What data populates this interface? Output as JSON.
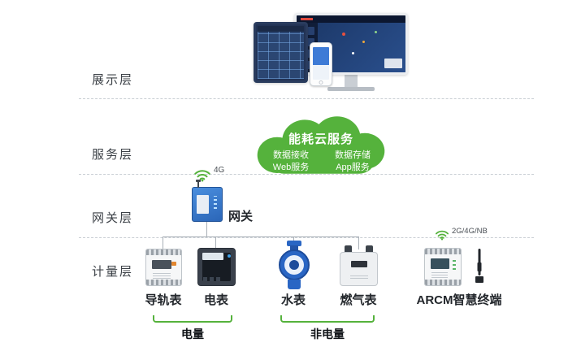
{
  "layers": {
    "display": "展示层",
    "service": "服务层",
    "gateway": "网关层",
    "metering": "计量层"
  },
  "cloud": {
    "title": "能耗云服务",
    "items": [
      "数据接收",
      "Web服务",
      "数据存储",
      "App服务"
    ]
  },
  "gateway": {
    "label": "网关",
    "network": "4G"
  },
  "meters": [
    {
      "label": "导轨表"
    },
    {
      "label": "电表"
    },
    {
      "label": "水表"
    },
    {
      "label": "燃气表"
    },
    {
      "label": "ARCM智慧终端",
      "network": "2G/4G/NB"
    }
  ],
  "groups": [
    {
      "label": "电量"
    },
    {
      "label": "非电量"
    }
  ],
  "icons": {
    "wifi": "wifi-icon",
    "antenna": "antenna-icon"
  },
  "colors": {
    "accent_green": "#55b23c",
    "line_gray": "#a9b0b7",
    "device_blue": "#2a66c4"
  }
}
